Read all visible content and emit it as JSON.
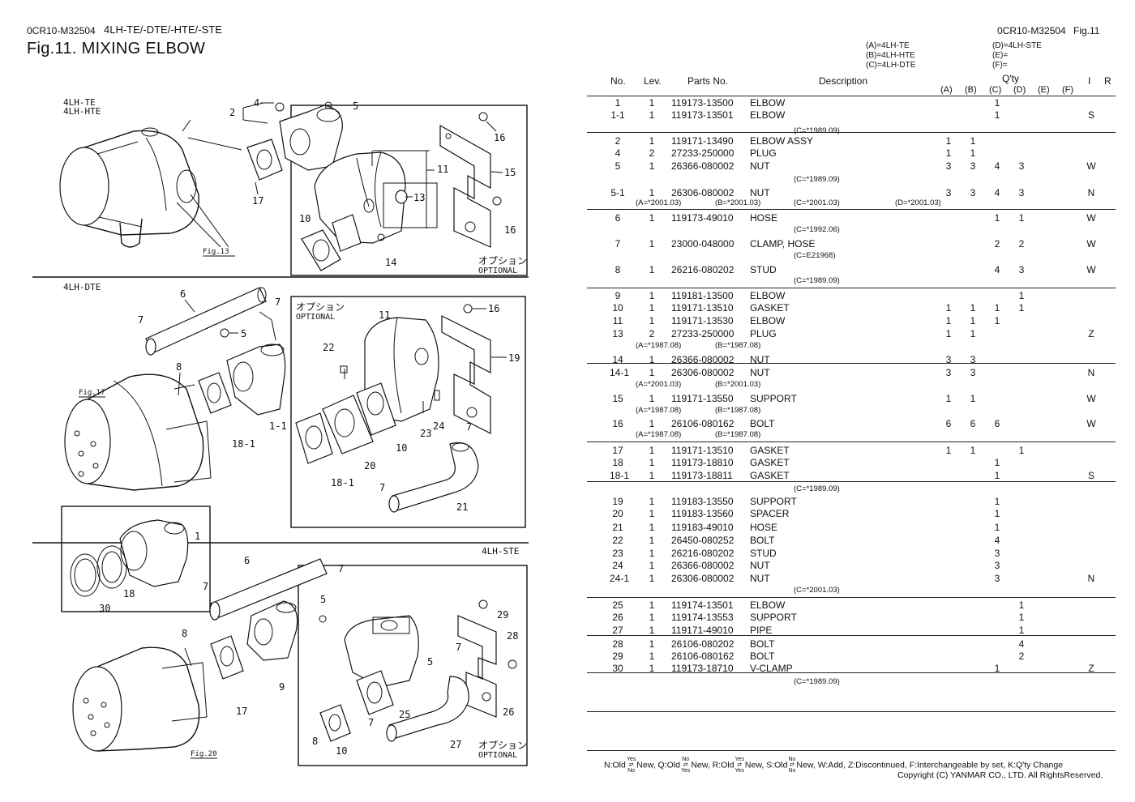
{
  "left_header": {
    "code": "0CR10-M32504",
    "models": "4LH-TE/-DTE/-HTE/-STE",
    "title": "Fig.11.  MIXING ELBOW"
  },
  "right_header": {
    "code": "0CR10-M32504",
    "fig": "Fig.11"
  },
  "figure": {
    "panel_labels": {
      "te_hte_1": "4LH-TE",
      "te_hte_2": "4LH-HTE",
      "dte": "4LH-DTE",
      "ste": "4LH-STE",
      "optional_jp": "オプション",
      "optional_en": "OPTIONAL"
    },
    "refs": {
      "fig13": "Fig.13",
      "fig17": "Fig.17",
      "fig20": "Fig.20"
    },
    "callouts": {
      "c2": "2",
      "c4": "4",
      "c5": "5",
      "c16": "16",
      "c11": "11",
      "c15": "15",
      "c17": "17",
      "c13": "13",
      "c10": "10",
      "c14": "14",
      "c6": "6",
      "c7": "7",
      "c8": "8",
      "c9": "9",
      "c18_1": "18-1",
      "c1_1": "1-1",
      "c19": "19",
      "c22": "22",
      "c23": "23",
      "c24": "24",
      "c20": "20",
      "c21": "21",
      "c1": "1",
      "c18": "18",
      "c30": "30",
      "c29": "29",
      "c28": "28",
      "c26": "26",
      "c25": "25",
      "c27": "27"
    }
  },
  "legend": {
    "a": "(A)=4LH-TE",
    "b": "(B)=4LH-HTE",
    "c": "(C)=4LH-DTE",
    "d": "(D)=4LH-STE",
    "e": "(E)=",
    "f": "(F)="
  },
  "columns": {
    "no": "No.",
    "lev": "Lev.",
    "parts_no": "Parts No.",
    "description": "Description",
    "qty": "Q'ty",
    "i": "I",
    "r": "R",
    "qa": "(A)",
    "qb": "(B)",
    "qc": "(C)",
    "qd": "(D)",
    "qe": "(E)",
    "qf": "(F)"
  },
  "rows": [
    {
      "no": "1",
      "lev": "1",
      "part": "119173-13500",
      "desc": "ELBOW",
      "c": "1"
    },
    {
      "no": "1-1",
      "lev": "1",
      "part": "119173-13501",
      "desc": "ELBOW",
      "c": "1",
      "i": "S"
    },
    {
      "no": "2",
      "lev": "1",
      "part": "119171-13490",
      "desc": "ELBOW ASSY",
      "a": "1",
      "b": "1"
    },
    {
      "no": "4",
      "lev": "2",
      "part": "27233-250000",
      "desc": "PLUG",
      "a": "1",
      "b": "1"
    },
    {
      "no": "5",
      "lev": "1",
      "part": "26366-080002",
      "desc": "NUT",
      "a": "3",
      "b": "3",
      "c": "4",
      "d": "3",
      "i": "W"
    },
    {
      "no": "5-1",
      "lev": "1",
      "part": "26306-080002",
      "desc": "NUT",
      "a": "3",
      "b": "3",
      "c": "4",
      "d": "3",
      "i": "N"
    },
    {
      "no": "6",
      "lev": "1",
      "part": "119173-49010",
      "desc": "HOSE",
      "c": "1",
      "d": "1",
      "i": "W"
    },
    {
      "no": "7",
      "lev": "1",
      "part": "23000-048000",
      "desc": "CLAMP, HOSE",
      "c": "2",
      "d": "2",
      "i": "W"
    },
    {
      "no": "8",
      "lev": "1",
      "part": "26216-080202",
      "desc": "STUD",
      "c": "4",
      "d": "3",
      "i": "W"
    },
    {
      "no": "9",
      "lev": "1",
      "part": "119181-13500",
      "desc": "ELBOW",
      "d": "1"
    },
    {
      "no": "10",
      "lev": "1",
      "part": "119171-13510",
      "desc": "GASKET",
      "a": "1",
      "b": "1",
      "c": "1",
      "d": "1"
    },
    {
      "no": "11",
      "lev": "1",
      "part": "119171-13530",
      "desc": "ELBOW",
      "a": "1",
      "b": "1",
      "c": "1"
    },
    {
      "no": "13",
      "lev": "2",
      "part": "27233-250000",
      "desc": "PLUG",
      "a": "1",
      "b": "1",
      "i": "Z"
    },
    {
      "no": "14",
      "lev": "1",
      "part": "26366-080002",
      "desc": "NUT",
      "a": "3",
      "b": "3"
    },
    {
      "no": "14-1",
      "lev": "1",
      "part": "26306-080002",
      "desc": "NUT",
      "a": "3",
      "b": "3",
      "i": "N"
    },
    {
      "no": "15",
      "lev": "1",
      "part": "119171-13550",
      "desc": "SUPPORT",
      "a": "1",
      "b": "1",
      "i": "W"
    },
    {
      "no": "16",
      "lev": "1",
      "part": "26106-080162",
      "desc": "BOLT",
      "a": "6",
      "b": "6",
      "c": "6",
      "i": "W"
    },
    {
      "no": "17",
      "lev": "1",
      "part": "119171-13510",
      "desc": "GASKET",
      "a": "1",
      "b": "1",
      "d": "1"
    },
    {
      "no": "18",
      "lev": "1",
      "part": "119173-18810",
      "desc": "GASKET",
      "c": "1"
    },
    {
      "no": "18-1",
      "lev": "1",
      "part": "119173-18811",
      "desc": "GASKET",
      "c": "1",
      "i": "S"
    },
    {
      "no": "19",
      "lev": "1",
      "part": "119183-13550",
      "desc": "SUPPORT",
      "c": "1"
    },
    {
      "no": "20",
      "lev": "1",
      "part": "119183-13560",
      "desc": "SPACER",
      "c": "1"
    },
    {
      "no": "21",
      "lev": "1",
      "part": "119183-49010",
      "desc": "HOSE",
      "c": "1"
    },
    {
      "no": "22",
      "lev": "1",
      "part": "26450-080252",
      "desc": "BOLT",
      "c": "4"
    },
    {
      "no": "23",
      "lev": "1",
      "part": "26216-080202",
      "desc": "STUD",
      "c": "3"
    },
    {
      "no": "24",
      "lev": "1",
      "part": "26366-080002",
      "desc": "NUT",
      "c": "3"
    },
    {
      "no": "24-1",
      "lev": "1",
      "part": "26306-080002",
      "desc": "NUT",
      "c": "3",
      "i": "N"
    },
    {
      "no": "25",
      "lev": "1",
      "part": "119174-13501",
      "desc": "ELBOW",
      "d": "1"
    },
    {
      "no": "26",
      "lev": "1",
      "part": "119174-13553",
      "desc": "SUPPORT",
      "d": "1"
    },
    {
      "no": "27",
      "lev": "1",
      "part": "119171-49010",
      "desc": "PIPE",
      "d": "1"
    },
    {
      "no": "28",
      "lev": "1",
      "part": "26106-080202",
      "desc": "BOLT",
      "d": "4"
    },
    {
      "no": "29",
      "lev": "1",
      "part": "26106-080162",
      "desc": "BOLT",
      "d": "2"
    },
    {
      "no": "30",
      "lev": "1",
      "part": "119173-18710",
      "desc": "V-CLAMP",
      "c": "1",
      "i": "Z"
    }
  ],
  "notes": [
    {
      "text": "(C=*1989.09)"
    },
    {
      "text": "(C=*1989.09)"
    },
    {
      "text": "(A=*2001.03)"
    },
    {
      "text": "(B=*2001.03)"
    },
    {
      "text": "(C=*2001.03)"
    },
    {
      "text": "(D=*2001.03)"
    },
    {
      "text": "(C=*1992.06)"
    },
    {
      "text": "(C=E21968)"
    },
    {
      "text": "(C=*1989.09)"
    },
    {
      "text": "(A=*1987.08)"
    },
    {
      "text": "(B=*1987.08)"
    },
    {
      "text": "(A=*2001.03)"
    },
    {
      "text": "(B=*2001.03)"
    },
    {
      "text": "(A=*1987.08)"
    },
    {
      "text": "(B=*1987.08)"
    },
    {
      "text": "(A=*1987.08)"
    },
    {
      "text": "(B=*1987.08)"
    },
    {
      "text": "(C=*1989.09)"
    },
    {
      "text": "(C=*2001.03)"
    },
    {
      "text": "(C=*1989.09)"
    }
  ],
  "footer": {
    "n_old": "N:Old",
    "q_old": "Q:Old",
    "r_old": "R:Old",
    "s_old": "S:Old",
    "yes": "Yes",
    "no": "No",
    "new": "New,",
    "rest": "W:Add, Z:Discontinued, F:Interchangeable by set, K:Q'ty Change",
    "copyright": "Copyright (C)  YANMAR CO., LTD. All RightsReserved."
  }
}
